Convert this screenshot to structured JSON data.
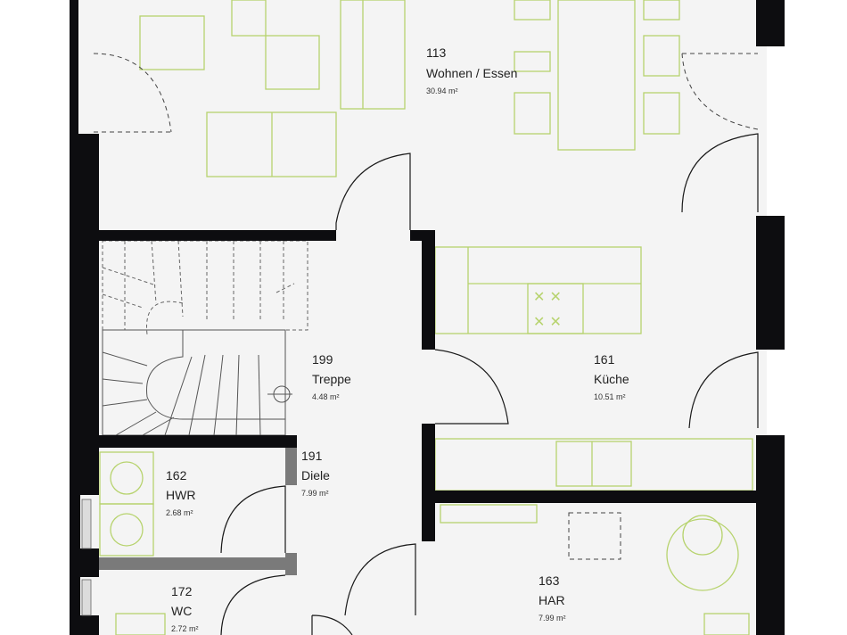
{
  "floor_plan": {
    "rooms": [
      {
        "id": "wohnen",
        "number": "113",
        "name": "Wohnen / Essen",
        "area": "30.94 m²"
      },
      {
        "id": "treppe",
        "number": "199",
        "name": "Treppe",
        "area": "4.48 m²"
      },
      {
        "id": "kueche",
        "number": "161",
        "name": "Küche",
        "area": "10.51 m²"
      },
      {
        "id": "hwr",
        "number": "162",
        "name": "HWR",
        "area": "2.68 m²"
      },
      {
        "id": "diele",
        "number": "191",
        "name": "Diele",
        "area": "7.99 m²"
      },
      {
        "id": "wc",
        "number": "172",
        "name": "WC",
        "area": "2.72 m²"
      },
      {
        "id": "har",
        "number": "163",
        "name": "HAR",
        "area": "7.99 m²"
      }
    ]
  },
  "colors": {
    "wall": "#0d0d10",
    "floor": "#f4f4f4",
    "furniture": "#b7d36e",
    "door_lines": "#1a1a1a"
  }
}
